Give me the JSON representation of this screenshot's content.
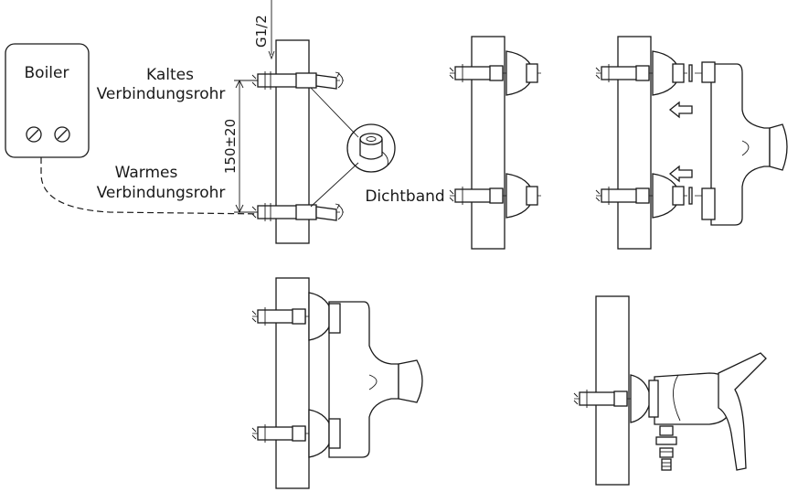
{
  "labels": {
    "boiler": "Boiler",
    "cold_1": "Kaltes",
    "cold_2": "Verbindungsrohr",
    "warm_1": "Warmes",
    "warm_2": "Verbindungsrohr",
    "thread": "G1/2",
    "distance": "150±20",
    "seal": "Dichtband"
  },
  "icons": [
    "screw-icon",
    "rotation-arrow-icon",
    "insert-arrow-icon",
    "tape-roll-icon"
  ]
}
